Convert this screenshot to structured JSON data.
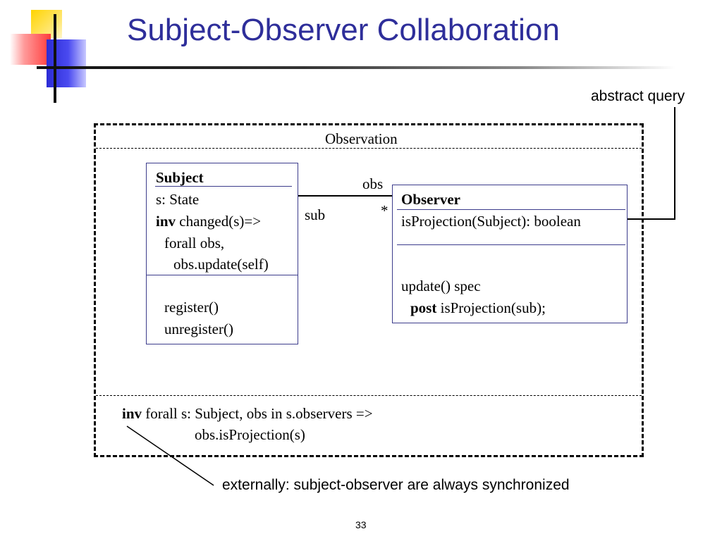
{
  "slide": {
    "title": "Subject-Observer Collaboration",
    "page_number": "33"
  },
  "annotations": {
    "abstract_query": "abstract query",
    "externally": "externally: subject-observer are always synchronized"
  },
  "collaboration": {
    "name": "Observation",
    "invariant": {
      "keyword": "inv",
      "line1": "forall s: Subject, obs in s.observers =>",
      "line2": "obs.isProjection(s)"
    }
  },
  "subject_class": {
    "name": "Subject",
    "attribute": "s: State",
    "inv_keyword": "inv",
    "inv_line1": "changed(s)=>",
    "inv_line2": "forall obs,",
    "inv_line3": "obs.update(self)",
    "operations": [
      "register()",
      "unregister()"
    ]
  },
  "observer_class": {
    "name": "Observer",
    "query": "isProjection(Subject): boolean",
    "operation": "update() spec",
    "post_keyword": "post",
    "post_text": "isProjection(sub);"
  },
  "association": {
    "role_subject": "sub",
    "role_observer": "obs",
    "multiplicity": "*"
  }
}
